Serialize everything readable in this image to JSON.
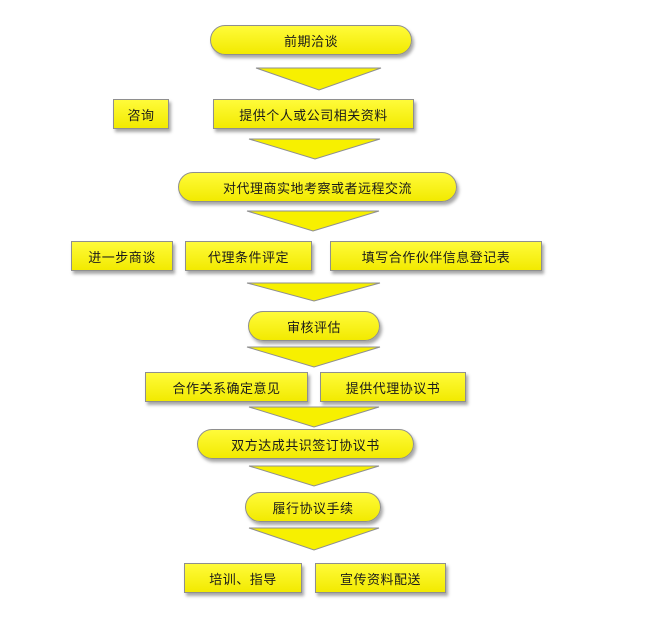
{
  "nodes": {
    "n1": "前期洽谈",
    "n2": "咨询",
    "n3": "提供个人或公司相关资料",
    "n4": "对代理商实地考察或者远程交流",
    "n5": "进一步商谈",
    "n6": "代理条件评定",
    "n7": "填写合作伙伴信息登记表",
    "n8": "审核评估",
    "n9": "合作关系确定意见",
    "n10": "提供代理协议书",
    "n11": "双方达成共识签订协议书",
    "n12": "履行协议手续",
    "n13": "培训、指导",
    "n14": "宣传资料配送"
  },
  "colors": {
    "fill": "#f7f000",
    "border": "#8f8f8f",
    "arrow_fill": "#f7f000"
  }
}
